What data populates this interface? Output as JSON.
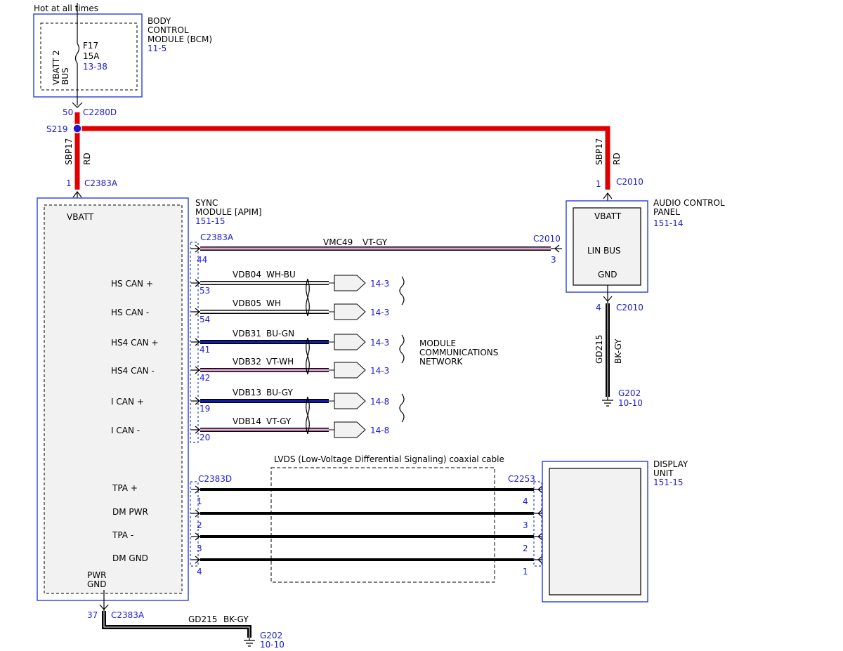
{
  "colors": {
    "power": "#e00000",
    "ground": "#000000",
    "module_border": "#2b3fd6",
    "reference_text": "#1a1ad6",
    "vt_gy": "#e6a3d8",
    "bu": "#1020b8",
    "wh": "#ffffff"
  },
  "header": {
    "hot_label": "Hot at all times"
  },
  "bcm": {
    "name_lines": [
      "BODY",
      "CONTROL",
      "MODULE (BCM)"
    ],
    "ref": "11-5",
    "bus_lines": [
      "VBATT 2",
      "BUS"
    ],
    "fuse": "F17",
    "fuse_rating": "15A",
    "fuse_ref": "13-38"
  },
  "splice": {
    "name": "S219",
    "pin": "50",
    "connector": "C2280D",
    "circuit": "SBP17",
    "color": "RD"
  },
  "sync": {
    "name_lines": [
      "SYNC",
      "MODULE [APIM]"
    ],
    "ref": "151-15",
    "vbatt_pin": "1",
    "vbatt_connector": "C2383A",
    "vbatt_label": "VBATT",
    "lin_connector": "C2383A",
    "lin_pin": "44",
    "pwr_gnd_lines": [
      "PWR",
      "GND"
    ],
    "gnd_pin": "37",
    "gnd_connector": "C2383A",
    "lvds_connector": "C2383D"
  },
  "lin_circuit": {
    "name": "VMC49",
    "color": "VT-GY"
  },
  "acp": {
    "name_lines": [
      "AUDIO CONTROL",
      "PANEL"
    ],
    "ref": "151-14",
    "vbatt_pin": "1",
    "vbatt_connector": "C2010",
    "circuit": "SBP17",
    "color": "RD",
    "vbatt_label": "VBATT",
    "lin_label": "LIN BUS",
    "gnd_label": "GND",
    "lin_connector": "C2010",
    "lin_pin": "3",
    "gnd_pin": "4",
    "gnd_connector": "C2010",
    "gnd_circuit": "GD215",
    "gnd_color": "BK-GY",
    "ground_ref_name": "G202",
    "ground_ref": "10-10"
  },
  "can_lines": [
    {
      "label": "HS CAN +",
      "pin": "53",
      "circuit": "VDB04",
      "color": "WH-BU",
      "ref": "14-3"
    },
    {
      "label": "HS CAN -",
      "pin": "54",
      "circuit": "VDB05",
      "color": "WH",
      "ref": "14-3"
    },
    {
      "label": "HS4 CAN +",
      "pin": "41",
      "circuit": "VDB31",
      "color": "BU-GN",
      "ref": "14-3"
    },
    {
      "label": "HS4 CAN -",
      "pin": "42",
      "circuit": "VDB32",
      "color": "VT-WH",
      "ref": "14-3"
    },
    {
      "label": "I CAN +",
      "pin": "19",
      "circuit": "VDB13",
      "color": "BU-GY",
      "ref": "14-8"
    },
    {
      "label": "I CAN -",
      "pin": "20",
      "circuit": "VDB14",
      "color": "VT-GY",
      "ref": "14-8"
    }
  ],
  "network_label_lines": [
    "MODULE",
    "COMMUNICATIONS",
    "NETWORK"
  ],
  "lvds": {
    "label": "LVDS (Low-Voltage Differential Signaling) coaxial cable",
    "display_connector": "C2253",
    "lines": [
      {
        "label": "TPA +",
        "sync_pin": "1",
        "display_pin": "4"
      },
      {
        "label": "DM PWR",
        "sync_pin": "2",
        "display_pin": "3"
      },
      {
        "label": "TPA -",
        "sync_pin": "3",
        "display_pin": "2"
      },
      {
        "label": "DM GND",
        "sync_pin": "4",
        "display_pin": "1"
      }
    ]
  },
  "display": {
    "name_lines": [
      "DISPLAY",
      "UNIT"
    ],
    "ref": "151-15"
  },
  "sync_ground": {
    "circuit": "GD215",
    "color": "BK-GY",
    "ground_ref_name": "G202",
    "ground_ref": "10-10"
  }
}
